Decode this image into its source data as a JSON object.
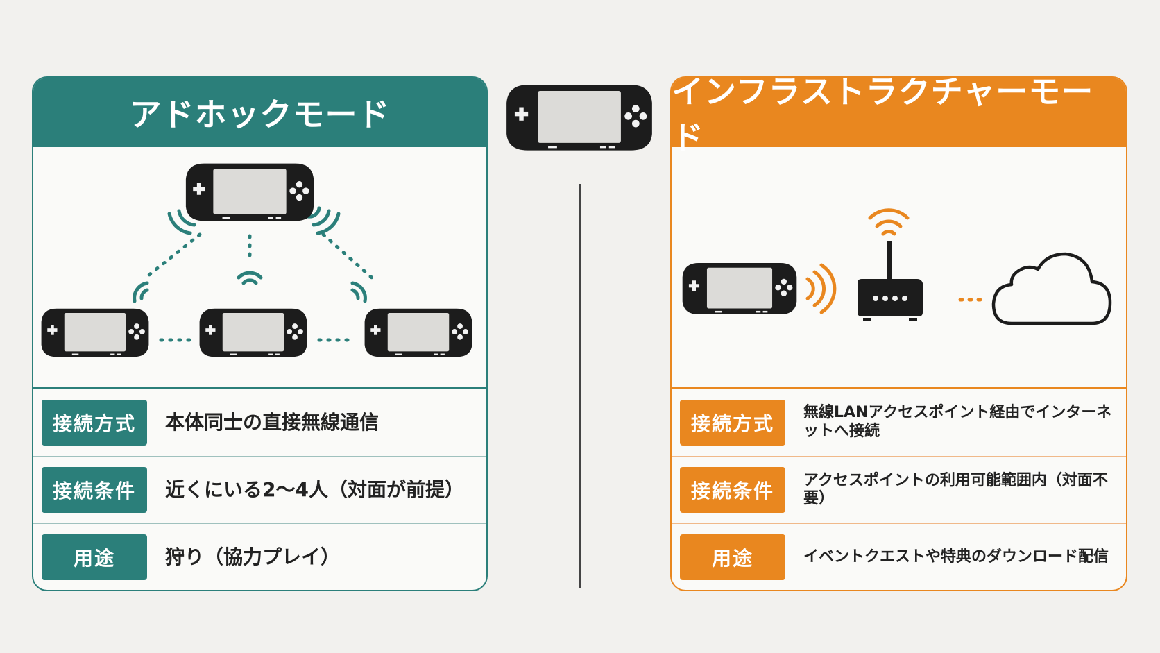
{
  "adhoc": {
    "title": "アドホックモード",
    "rows": [
      {
        "label": "接続方式",
        "value": "本体同士の直接無線通信"
      },
      {
        "label": "接続条件",
        "value": "近くにいる2〜4人（対面が前提）"
      },
      {
        "label": "用途",
        "value": "狩り（協力プレイ）"
      }
    ]
  },
  "infra": {
    "title": "インフラストラクチャーモード",
    "rows": [
      {
        "label": "接続方式",
        "value": "無線LANアクセスポイント経由でインターネットへ接続"
      },
      {
        "label": "接続条件",
        "value": "アクセスポイントの利用可能範囲内（対面不要）"
      },
      {
        "label": "用途",
        "value": "イベントクエストや特典のダウンロード配信"
      }
    ]
  },
  "colors": {
    "teal": "#2b7f7a",
    "orange": "#e9871f"
  },
  "icons": [
    "handheld-console-icon",
    "wifi-signal-icon",
    "router-icon",
    "cloud-icon"
  ]
}
